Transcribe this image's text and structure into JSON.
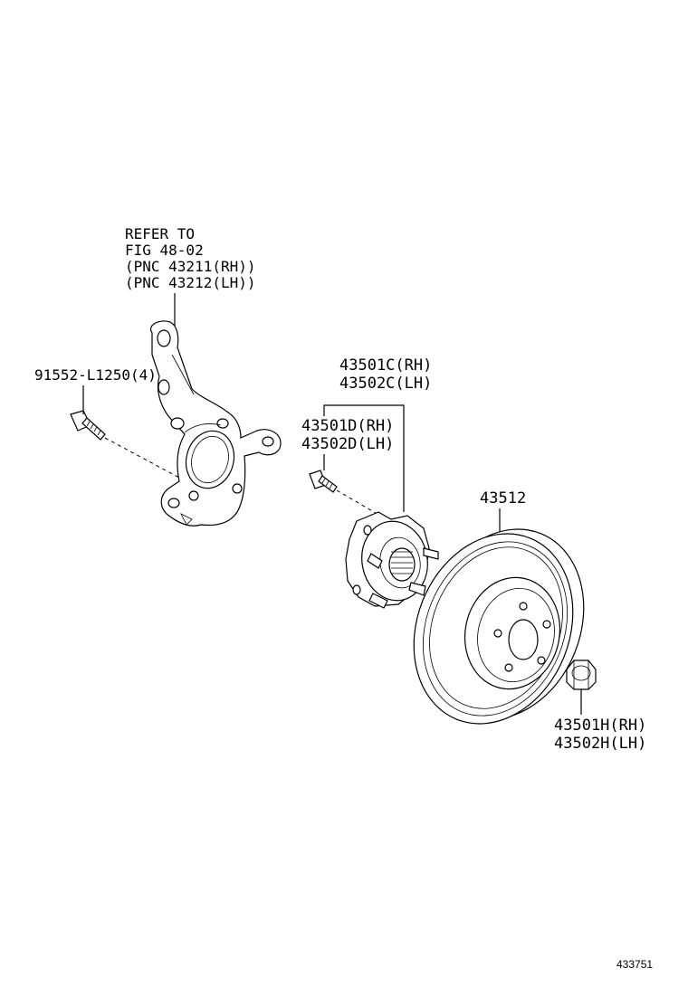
{
  "labels": {
    "knuckle_ref": [
      "REFER TO",
      "FIG 48-02",
      "(PNC 43211(RH))",
      "(PNC 43212(LH))"
    ],
    "knuckle_bolt": "91552-L1250(4)",
    "hub_assembly": [
      "43501C(RH)",
      "43502C(LH)"
    ],
    "hub_bolt": [
      "43501D(RH)",
      "43502D(LH)"
    ],
    "disc": "43512",
    "hub_nut": [
      "43501H(RH)",
      "43502H(LH)"
    ]
  },
  "figure_number": "433751"
}
